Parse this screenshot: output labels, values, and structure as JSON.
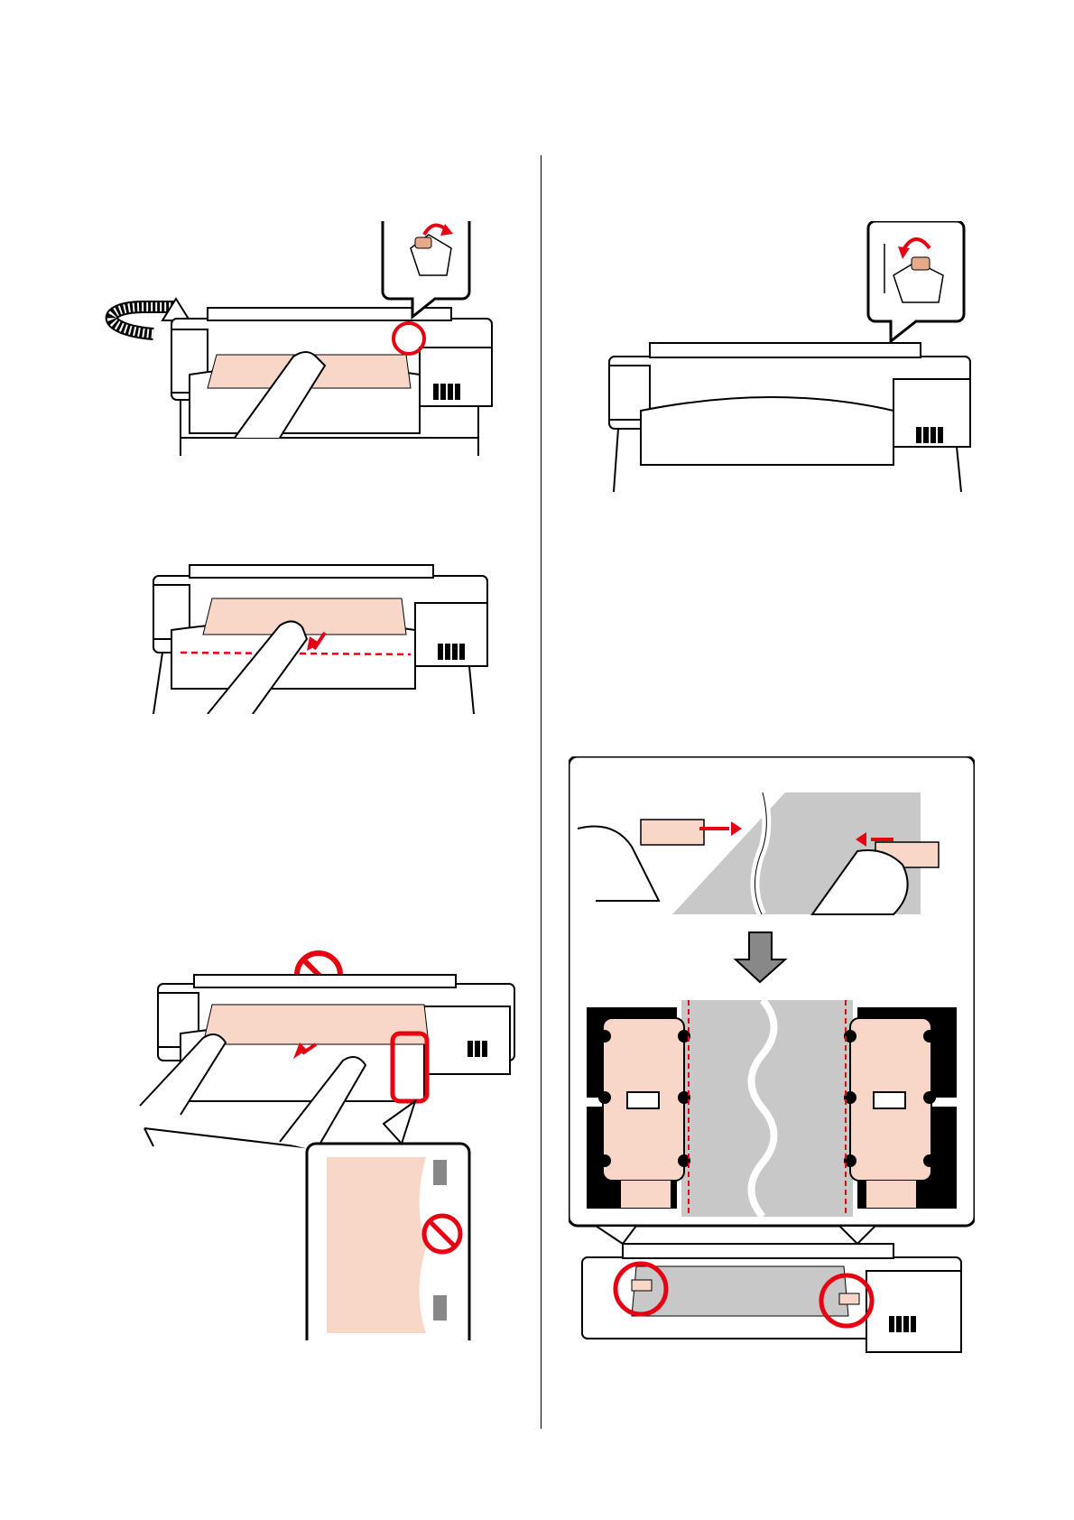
{
  "page": {
    "title": "",
    "colors": {
      "media": "#f8d7c8",
      "media_dark": "#e8a98a",
      "warning_red": "#e60012",
      "media_gray": "#c8c8c8",
      "ink": "#000000"
    }
  },
  "figures": [
    {
      "name": "figure-lower-media-loading-lever",
      "icons": [
        "rotate-arrow-icon",
        "media-loading-lever-icon",
        "callout-circle-icon"
      ]
    },
    {
      "name": "figure-pull-media-to-line",
      "icons": [
        "down-arrow-icon",
        "dashed-line-icon"
      ]
    },
    {
      "name": "figure-raise-media-loading-lever",
      "icons": [
        "media-loading-lever-icon",
        "callout-circle-icon"
      ]
    },
    {
      "name": "figure-media-slack-prohibited",
      "icons": [
        "prohibited-icon",
        "down-arrow-icon",
        "media-edge-detail-icon"
      ]
    },
    {
      "name": "figure-media-edge-plates",
      "icons": [
        "edge-plate-icon",
        "down-arrow-icon",
        "dashed-line-icon",
        "callout-circle-icon"
      ]
    }
  ]
}
